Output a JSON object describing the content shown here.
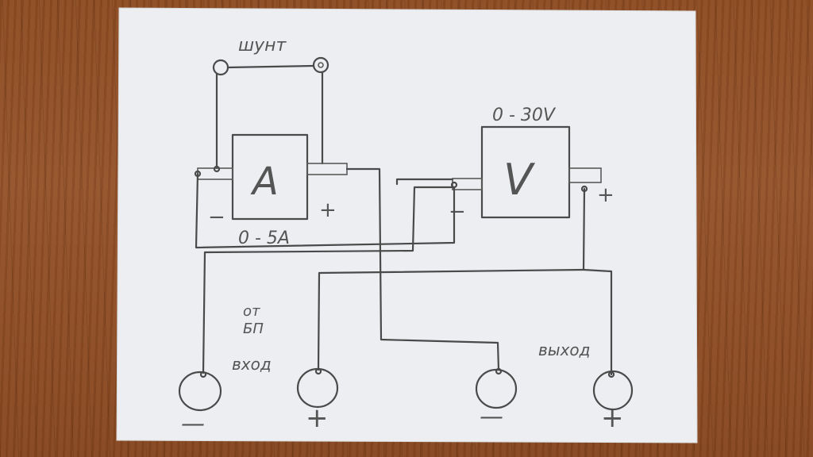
{
  "diagram": {
    "shunt_label": "шунт",
    "ammeter_letter": "A",
    "ammeter_range": "0 - 5A",
    "voltmeter_letter": "V",
    "voltmeter_range": "0 - 30V",
    "source_label_line1": "от",
    "source_label_line2": "БП",
    "input_label": "вход",
    "output_label": "выход",
    "ammeter_minus": "−",
    "ammeter_plus": "+",
    "voltmeter_minus": "−",
    "voltmeter_plus": "+",
    "terminal_signs": [
      "—",
      "+",
      "—",
      "+"
    ]
  },
  "colors": {
    "paper": "#eef0f3",
    "ink": "#4a4a4a",
    "table": "#8d4b22"
  }
}
